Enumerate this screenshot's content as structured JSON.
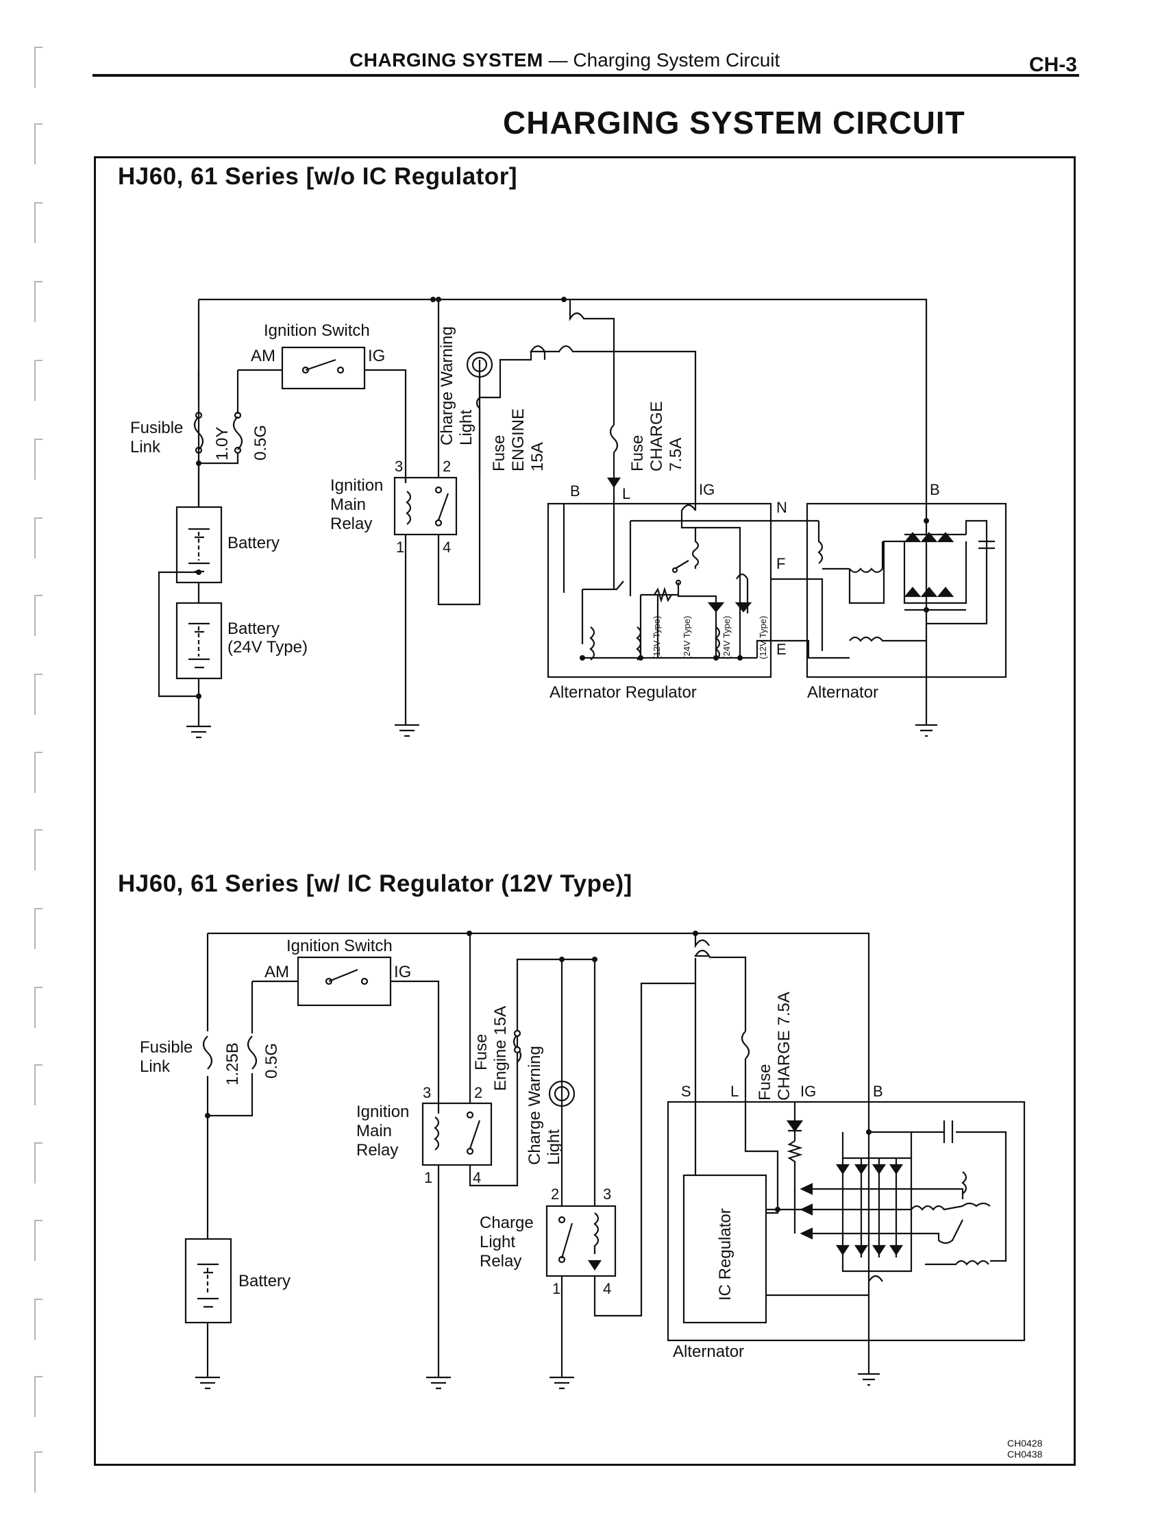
{
  "header": {
    "section": "CHARGING SYSTEM",
    "dash": "—",
    "subsection": "Charging System Circuit",
    "page_code": "CH-3"
  },
  "page_title": "CHARGING SYSTEM CIRCUIT",
  "diagram1": {
    "title": "HJ60, 61 Series [w/o IC Regulator]",
    "labels": {
      "ignition_switch": "Ignition Switch",
      "am": "AM",
      "ig": "IG",
      "fusible_link_1": "Fusible",
      "fusible_link_2": "Link",
      "fl_10y": "1.0Y",
      "fl_05g": "0.5G",
      "battery": "Battery",
      "battery_24v_1": "Battery",
      "battery_24v_2": "(24V Type)",
      "relay_1": "Ignition",
      "relay_2": "Main",
      "relay_3": "Relay",
      "pin3": "3",
      "pin2": "2",
      "pin1": "1",
      "pin4": "4",
      "cwl_1": "Charge Warning",
      "cwl_2": "Light",
      "fuse_engine_1": "Fuse",
      "fuse_engine_2": "ENGINE",
      "fuse_engine_3": "15A",
      "fuse_charge_1": "Fuse",
      "fuse_charge_2": "CHARGE",
      "fuse_charge_3": "7.5A",
      "term_b_reg": "B",
      "term_l": "L",
      "term_ig": "IG",
      "term_n": "N",
      "term_f": "F",
      "term_e": "E",
      "term_b_alt": "B",
      "t12v_a": "(12V Type)",
      "t24v_a": "(24V Type)",
      "t24v_b": "(24V Type)",
      "t12v_b": "(12V Type)",
      "regulator": "Alternator Regulator",
      "alternator": "Alternator"
    }
  },
  "diagram2": {
    "title": "HJ60, 61 Series [w/ IC Regulator (12V Type)]",
    "labels": {
      "ignition_switch": "Ignition Switch",
      "am": "AM",
      "ig": "IG",
      "fusible_link_1": "Fusible",
      "fusible_link_2": "Link",
      "fl_125b": "1.25B",
      "fl_05g": "0.5G",
      "relay_1": "Ignition",
      "relay_2": "Main",
      "relay_3": "Relay",
      "pin3": "3",
      "pin2": "2",
      "pin1": "1",
      "pin4": "4",
      "fuse_engine_1": "Fuse",
      "fuse_engine_2": "Engine 15A",
      "cwl_1": "Charge Warning",
      "cwl_2": "Light",
      "clr_1": "Charge",
      "clr_2": "Light",
      "clr_3": "Relay",
      "clr_pin2": "2",
      "clr_pin3": "3",
      "clr_pin1": "1",
      "clr_pin4": "4",
      "fuse_charge_1": "Fuse",
      "fuse_charge_2": "CHARGE 7.5A",
      "term_s": "S",
      "term_l": "L",
      "term_ig": "IG",
      "term_b": "B",
      "ic_regulator": "IC Regulator",
      "battery": "Battery",
      "alternator": "Alternator"
    }
  },
  "figure_codes": [
    "CH0428",
    "CH0438"
  ]
}
